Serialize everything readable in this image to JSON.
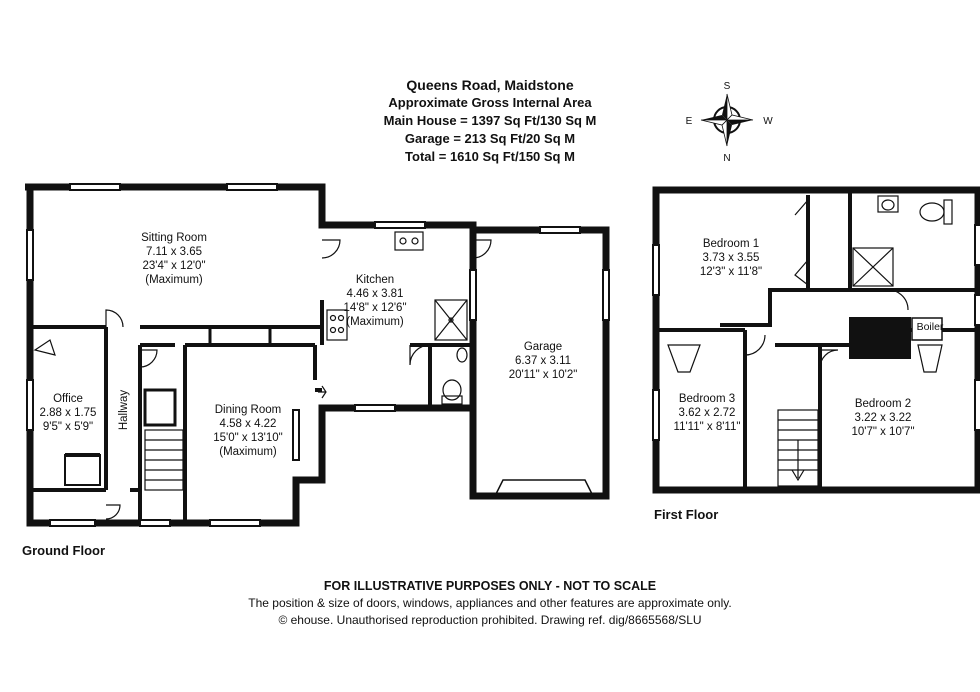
{
  "header": {
    "title": "Queens Road, Maidstone",
    "subtitle": "Approximate Gross Internal Area",
    "main_house": "Main House = 1397 Sq Ft/130 Sq M",
    "garage": "Garage = 213 Sq Ft/20 Sq M",
    "total": "Total = 1610 Sq Ft/150 Sq M"
  },
  "compass": {
    "top": "S",
    "left": "E",
    "right": "W",
    "bottom": "N"
  },
  "floors": {
    "ground": "Ground Floor",
    "first": "First Floor"
  },
  "rooms": {
    "sitting_room": {
      "name": "Sitting Room",
      "metric": "7.11 x 3.65",
      "imperial": "23'4\" x 12'0\"",
      "note": "(Maximum)"
    },
    "kitchen": {
      "name": "Kitchen",
      "metric": "4.46 x 3.81",
      "imperial": "14'8\" x 12'6\"",
      "note": "(Maximum)"
    },
    "garage": {
      "name": "Garage",
      "metric": "6.37 x 3.11",
      "imperial": "20'11\" x 10'2\""
    },
    "office": {
      "name": "Office",
      "metric": "2.88 x 1.75",
      "imperial": "9'5\" x 5'9\""
    },
    "hallway": {
      "name": "Hallway"
    },
    "dining_room": {
      "name": "Dining Room",
      "metric": "4.58 x 4.22",
      "imperial": "15'0\" x 13'10\"",
      "note": "(Maximum)"
    },
    "bedroom1": {
      "name": "Bedroom 1",
      "metric": "3.73 x 3.55",
      "imperial": "12'3\" x 11'8\""
    },
    "bedroom2": {
      "name": "Bedroom 2",
      "metric": "3.22 x 3.22",
      "imperial": "10'7\" x 10'7\""
    },
    "bedroom3": {
      "name": "Bedroom 3",
      "metric": "3.62 x 2.72",
      "imperial": "11'11\" x 8'11\""
    },
    "boiler": {
      "name": "Boiler"
    }
  },
  "footer": {
    "disclaimer": "FOR ILLUSTRATIVE PURPOSES ONLY - NOT TO SCALE",
    "note": "The position & size of doors, windows, appliances and other features are approximate only.",
    "copyright": "© ehouse. Unauthorised reproduction prohibited. Drawing ref. dig/8665568/SLU"
  }
}
